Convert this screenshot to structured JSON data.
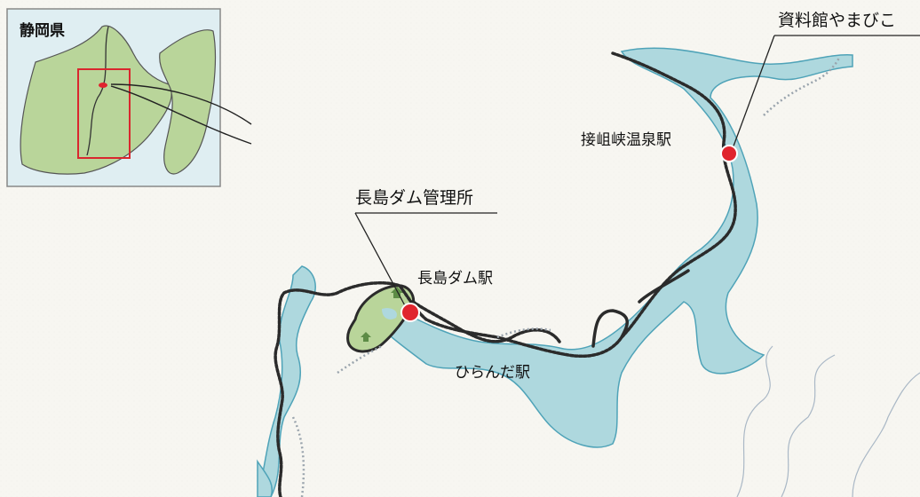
{
  "inset": {
    "title": "静岡県"
  },
  "labels": {
    "yamabiko": "資料館やまびこ",
    "sessokyo": "接岨峡温泉駅",
    "nagashima_office": "長島ダム管理所",
    "nagashima_station": "長島ダム駅",
    "hiranda": "ひらんだ駅"
  },
  "colors": {
    "water": "#aed8de",
    "water_edge": "#4fa3b8",
    "land": "#b9d59a",
    "marker": "#e0242e",
    "rail": "#2b2b2b",
    "inset_border": "#d9272e"
  }
}
